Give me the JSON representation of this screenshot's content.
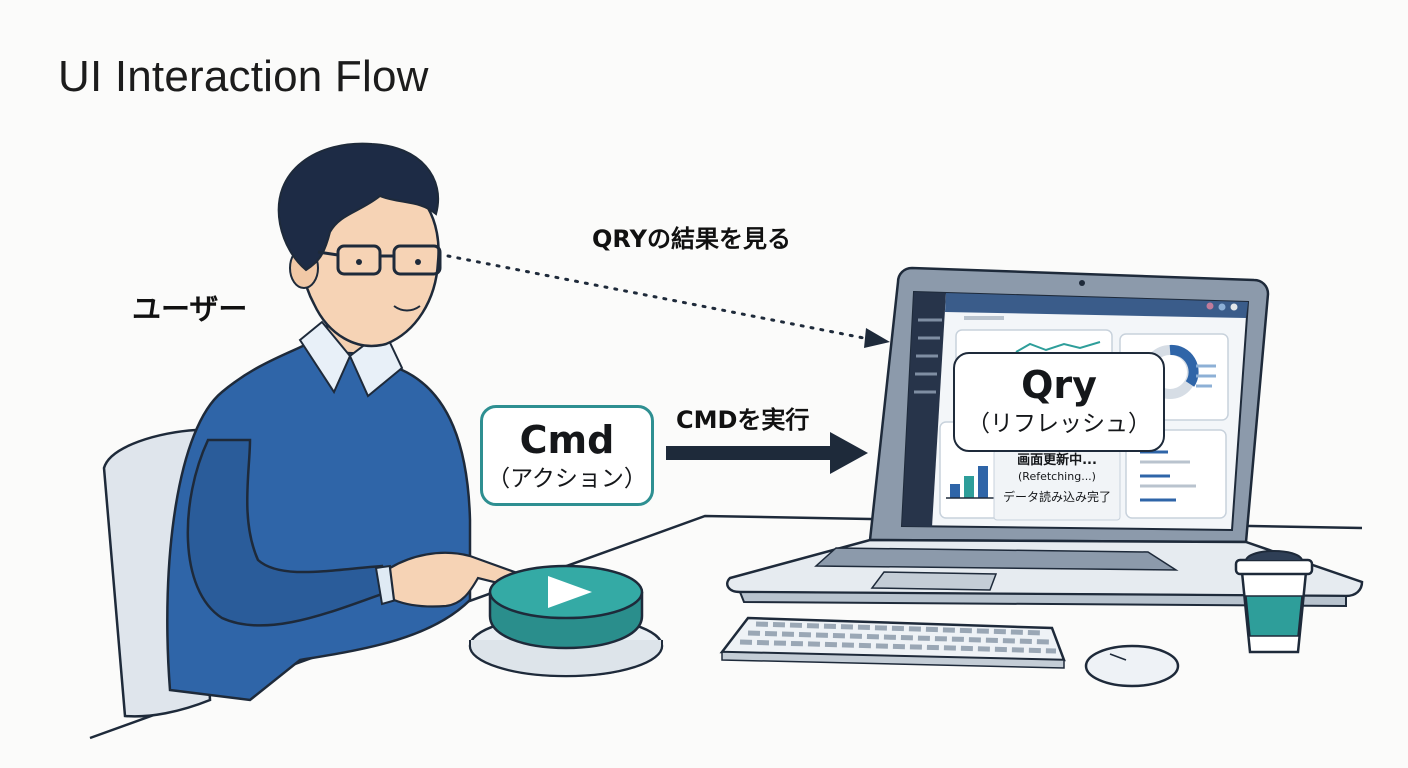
{
  "page_title": "UI Interaction Flow",
  "user_label": "ユーザー",
  "view_result_label": "QRYの結果を見る",
  "execute_label": "CMDを実行",
  "cmd_box": {
    "title": "Cmd",
    "subtitle": "（アクション）"
  },
  "qry_box": {
    "title": "Qry",
    "subtitle": "（リフレッシュ）"
  },
  "refresh_status": {
    "line1": "画面更新中...",
    "line2": "(Refetching...)",
    "line3": "データ読み込み完了"
  },
  "colors": {
    "navy": "#1e2a3a",
    "teal": "#2e9e9a",
    "sweater_blue": "#2f65a8",
    "laptop_gray": "#8c9aab"
  },
  "icons": [
    "play-icon",
    "coffee-cup-icon",
    "mouse-icon",
    "keyboard-icon"
  ]
}
